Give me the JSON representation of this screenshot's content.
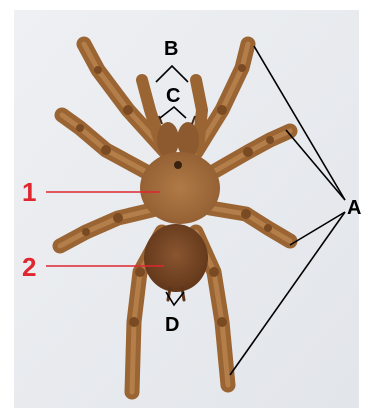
{
  "labels": {
    "a": "A",
    "b": "B",
    "c": "C",
    "d": "D",
    "one": "1",
    "two": "2"
  },
  "colors": {
    "background": "#ffffff",
    "photo_backdrop": "#e9ebee",
    "spider_body": "#a8703c",
    "spider_dark": "#7a4a23",
    "spider_light": "#c9965e",
    "leader_black": "#000000",
    "leader_red": "#e0262e"
  }
}
